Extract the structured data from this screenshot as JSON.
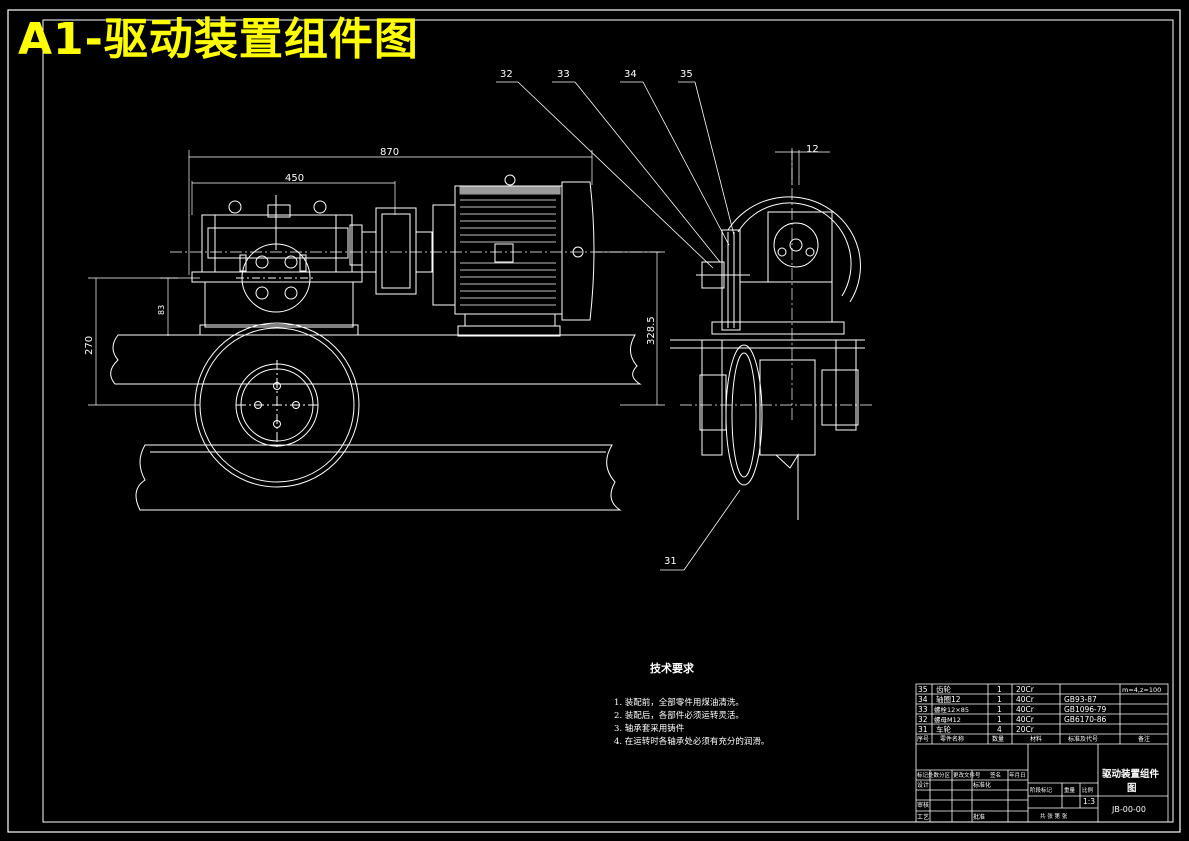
{
  "title": "A1-驱动装置组件图",
  "balloons": [
    "32",
    "33",
    "34",
    "35",
    "31"
  ],
  "dimensions": {
    "d870": "870",
    "d450": "450",
    "d270": "270",
    "d_small": "83",
    "d328": "328.5",
    "d12": "12"
  },
  "tech_req": {
    "title": "技术要求",
    "items": [
      "1. 装配前，全部零件用煤油清洗。",
      "2. 装配后，各部件必须运转灵活。",
      "3. 轴承套采用铸件",
      "4. 在运转时各轴承处必须有充分的润滑。"
    ]
  },
  "bom": {
    "rows": [
      {
        "no": "35",
        "name": "齿轮",
        "qty": "1",
        "material": "20Cr",
        "std": "",
        "note": "m=4,z=100"
      },
      {
        "no": "34",
        "name": "轴圈12",
        "qty": "1",
        "material": "40Cr",
        "std": "GB93-87",
        "note": ""
      },
      {
        "no": "33",
        "name": "螺栓12×85",
        "qty": "1",
        "material": "40Cr",
        "std": "GB1096-79",
        "note": ""
      },
      {
        "no": "32",
        "name": "螺母M12",
        "qty": "1",
        "material": "40Cr",
        "std": "GB6170-86",
        "note": ""
      },
      {
        "no": "31",
        "name": "车轮",
        "qty": "4",
        "material": "20Cr",
        "std": "",
        "note": ""
      }
    ],
    "header": {
      "no": "序号",
      "name": "零件名称",
      "qty": "数量",
      "material": "材料",
      "std": "标准及代号",
      "note": "备注"
    }
  },
  "title_block": {
    "drawing_name_line1": "驱动装置组件",
    "drawing_name_line2": "图",
    "drawing_no": "JB-00-00",
    "scale": "1:3",
    "labels": [
      "标记处数分区",
      "更改文件号",
      "签名",
      "年月日",
      "设计",
      "标准化",
      "审核",
      "工艺",
      "批准",
      "阶段标记",
      "重量",
      "比例",
      "共 张 第 张"
    ]
  },
  "colors": {
    "background": "#000000",
    "lines": "#ffffff",
    "title": "#ffff00",
    "motor_top": "#9a9a9a"
  }
}
